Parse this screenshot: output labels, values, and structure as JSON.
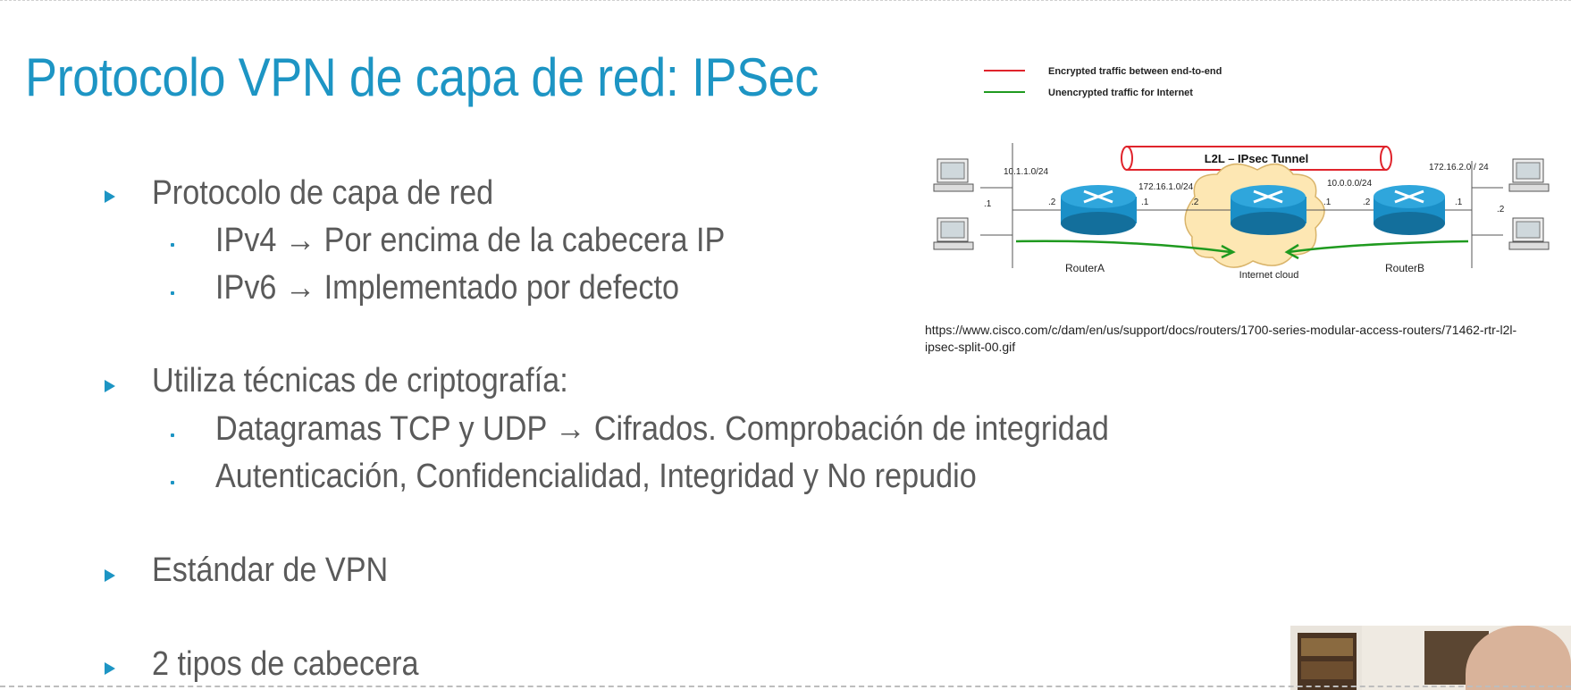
{
  "slide": {
    "title": "Protocolo VPN de capa de red: IPSec",
    "bullets": [
      {
        "text": "Protocolo de capa de red",
        "sub": [
          "IPv4 → Por encima de la cabecera IP",
          "IPv6 → Implementado por defecto"
        ]
      },
      {
        "text": "Utiliza técnicas de criptografía:",
        "sub": [
          "Datagramas TCP y UDP → Cifrados. Comprobación de integridad",
          "Autenticación, Confidencialidad, Integridad y No repudio"
        ]
      },
      {
        "text": "Estándar de VPN",
        "sub": []
      },
      {
        "text": "2 tipos de cabecera",
        "sub": []
      }
    ]
  },
  "diagram": {
    "legend": {
      "encrypted": "Encrypted traffic between end-to-end",
      "unencrypted": "Unencrypted traffic for Internet"
    },
    "tunnel_label": "L2L – IPsec Tunnel",
    "networks": {
      "left_lan": "10.1.1.0/24",
      "transit_a": "172.16.1.0/24",
      "transit_b": "10.0.0.0/24",
      "right_lan": "172.16.2.0 / 24"
    },
    "host_suffixes": {
      "left_host": ".1",
      "router_a_in": ".2",
      "router_a_out": ".1",
      "cloud_a": ".2",
      "cloud_b": ".1",
      "router_b_out": ".2",
      "router_b_in": ".1",
      "right_host": ".2"
    },
    "router_a": "RouterA",
    "router_b": "RouterB",
    "cloud": "Internet cloud",
    "colors": {
      "encrypted": "#e0242c",
      "unencrypted": "#1f9a1f",
      "router": "#1a8fc7"
    }
  },
  "caption": "https://www.cisco.com/c/dam/en/us/support/docs/routers/1700-series-modular-access-routers/71462-rtr-l2l-ipsec-split-00.gif"
}
